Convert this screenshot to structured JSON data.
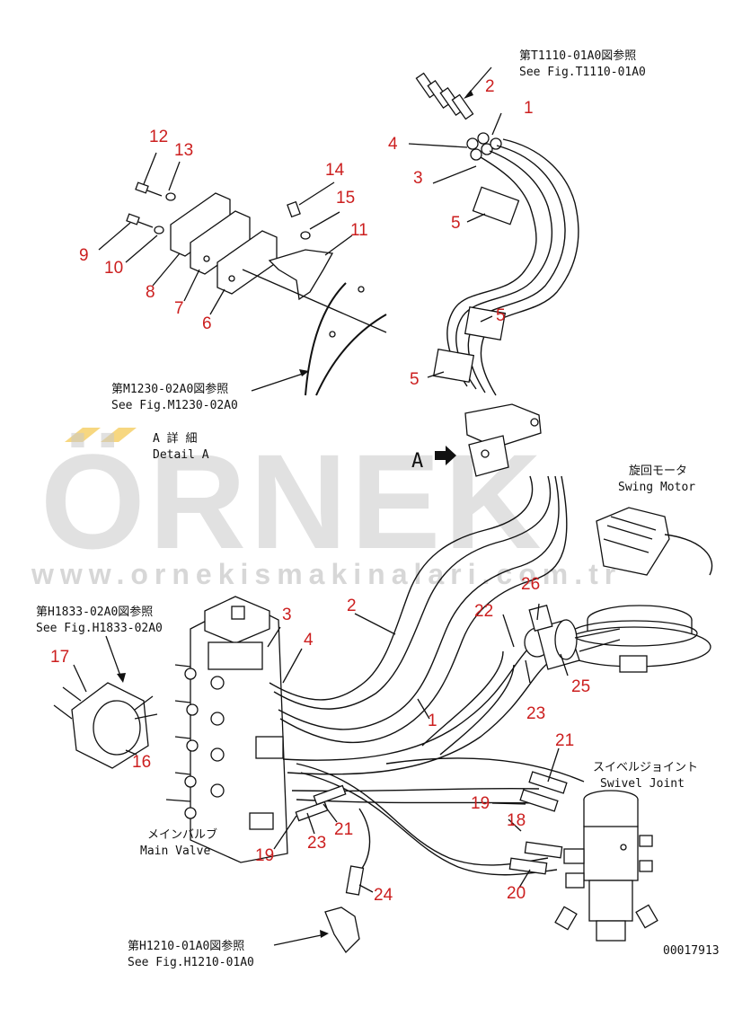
{
  "references": {
    "t1110": {
      "jp": "第T1110-01A0図参照",
      "en": "See Fig.T1110-01A0"
    },
    "m1230": {
      "jp": "第M1230-02A0図参照",
      "en": "See Fig.M1230-02A0"
    },
    "h1833": {
      "jp": "第H1833-02A0図参照",
      "en": "See Fig.H1833-02A0"
    },
    "h1210": {
      "jp": "第H1210-01A0図参照",
      "en": "See Fig.H1210-01A0"
    }
  },
  "labels": {
    "detail_a": {
      "jp": "A 詳 細",
      "en": "Detail A"
    },
    "swing_motor": {
      "jp": "旋回モータ",
      "en": "Swing Motor"
    },
    "main_valve": {
      "jp": "メインバルブ",
      "en": "Main Valve"
    },
    "swivel_joint": {
      "jp": "スイベルジョイント",
      "en": "Swivel Joint"
    },
    "view_a": "A",
    "drawing_number": "00017913"
  },
  "watermark": {
    "brand": "ÖRNEK",
    "url": "www.ornekismakinalari.com.tr"
  },
  "callouts": [
    "1",
    "2",
    "3",
    "4",
    "5",
    "5",
    "5",
    "6",
    "7",
    "8",
    "9",
    "10",
    "11",
    "12",
    "13",
    "14",
    "15",
    "16",
    "17",
    "19",
    "18",
    "20",
    "21",
    "21",
    "22",
    "23",
    "23",
    "24",
    "25",
    "26",
    "1",
    "2",
    "3",
    "4",
    "19"
  ],
  "colors": {
    "callout": "#cc1f1f",
    "line": "#111111",
    "watermark": "#c9c9c9",
    "accent": "#f4c64a"
  }
}
